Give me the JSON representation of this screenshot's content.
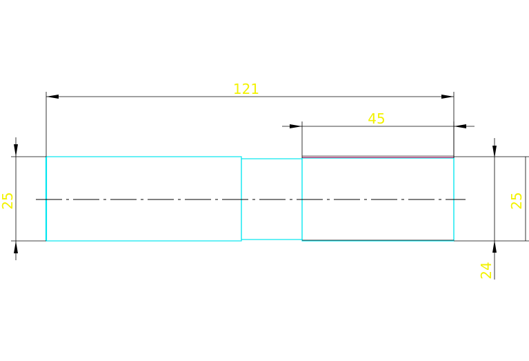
{
  "colors": {
    "background": "#ffffff",
    "outline": "#00e5ee",
    "dimension": "#000000",
    "dimension_text": "#f2f200",
    "highlight": "#d81b60"
  },
  "dimensions": {
    "overall_length": "121",
    "right_section_length": "45",
    "left_diameter": "25",
    "right_diameter": "25",
    "lower_right": "24"
  }
}
